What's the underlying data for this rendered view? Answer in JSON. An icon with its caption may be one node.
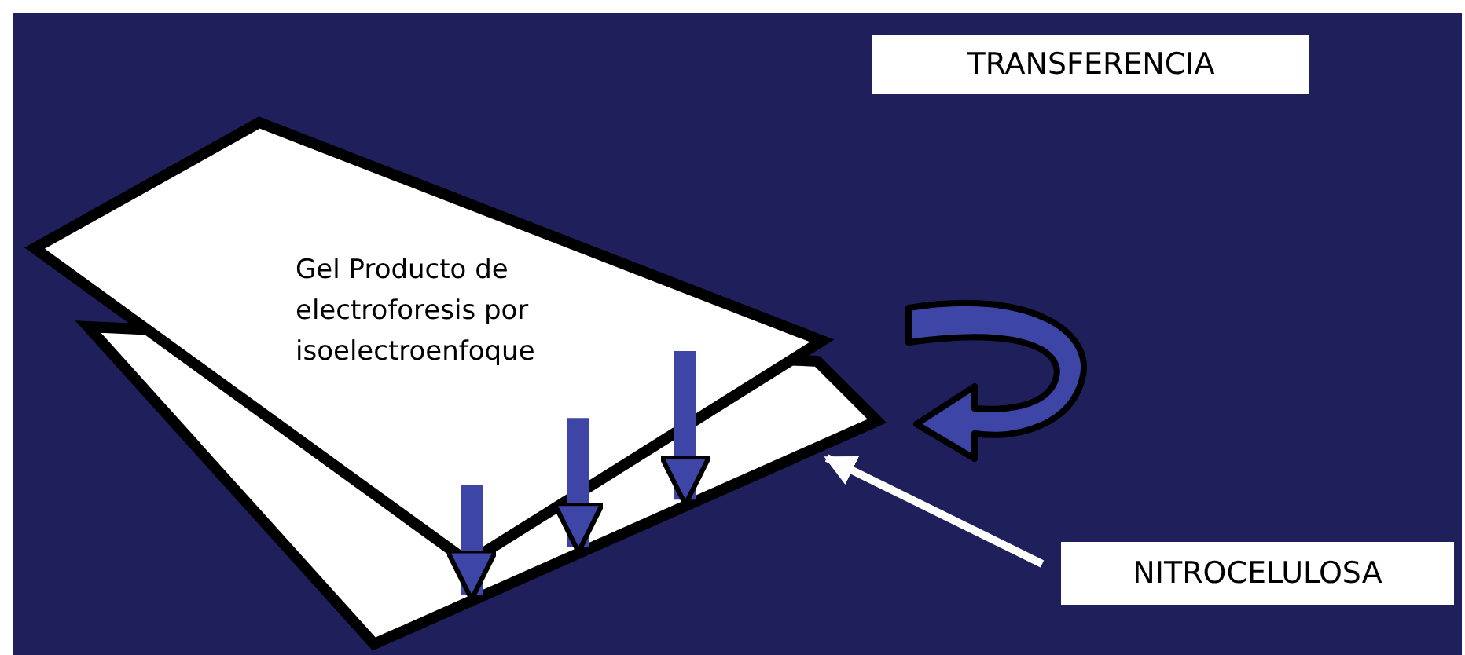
{
  "diagram": {
    "nodes": [
      {
        "text": [
          "TRANSFERENCIA"
        ]
      },
      {
        "text": [
          "Gel Producto de electroforesis por isoelectroenfoque"
        ]
      },
      {
        "text": [],
        "shape": "box"
      },
      {
        "text": [
          "NITROCELULOSA"
        ]
      }
    ],
    "edges": [
      {
        "from": 1,
        "to": 2,
        "arrow": "to"
      },
      {
        "from": 1,
        "to": 2,
        "arrow": "to"
      },
      {
        "from": 1,
        "to": 2,
        "arrow": "to"
      },
      {
        "from": 3,
        "to": 2,
        "arrow": "to",
        "color": "#ffffff"
      }
    ]
  }
}
